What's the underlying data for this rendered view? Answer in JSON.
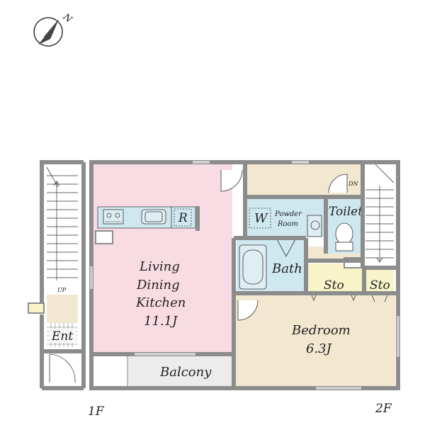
{
  "compass": {
    "label": "N"
  },
  "floor_1": {
    "label": "1F",
    "stairs_label": "UP",
    "entrance_label": "Ent"
  },
  "floor_2": {
    "label": "2F",
    "stairs_label": "DN",
    "ldk": {
      "line1": "Living",
      "line2": "Dining",
      "line3": "Kitchen",
      "size": "11.1J"
    },
    "refrigerator_label": "R",
    "washer_label": "W",
    "powder_room": {
      "line1": "Powder",
      "line2": "Room"
    },
    "toilet_label": "Toilet",
    "bath_label": "Bath",
    "storage_1_label": "Sto",
    "storage_2_label": "Sto",
    "bedroom": {
      "name": "Bedroom",
      "size": "6.3J"
    },
    "balcony_label": "Balcony"
  },
  "colors": {
    "wall": "#8c8c8c",
    "ldk": "#f9dce3",
    "beige": "#f2e8d0",
    "wet": "#cfe8f0",
    "storage": "#f8f3c8",
    "balcony": "#ececec"
  }
}
